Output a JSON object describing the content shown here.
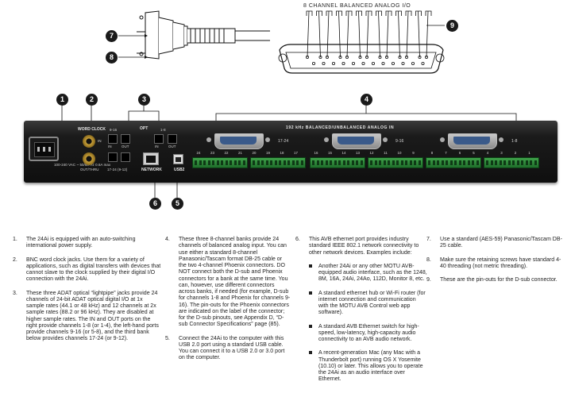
{
  "pinout_title": "8 CHANNEL BALANCED ANALOG I/O",
  "device": {
    "power_label": "100-240 VAC ~ 50/60 Hz 0.6A max",
    "word_clock_label": "WORD CLOCK",
    "wc_in_label": "IN",
    "wc_out_thru_label": "OUT/THRU",
    "opt_group_label": "OPT",
    "opt_in_label": "IN",
    "opt_out_label": "OUT",
    "opt_1_8_label": "1-8",
    "opt_9_16_label": "9-16",
    "opt_17_24_label": "17-24 (9-12)",
    "network_label": "NETWORK",
    "usb_label": "USB2",
    "bank_header": "192 kHz BALANCED/UNBALANCED ANALOG IN",
    "bank_labels": [
      "17-24",
      "9-16",
      "1-8"
    ],
    "bank_numbers": [
      [
        "24",
        "23",
        "22",
        "21",
        "20",
        "19",
        "18",
        "17"
      ],
      [
        "16",
        "15",
        "14",
        "13",
        "12",
        "11",
        "10",
        "9"
      ],
      [
        "8",
        "7",
        "6",
        "5",
        "4",
        "3",
        "2",
        "1"
      ]
    ]
  },
  "callouts": [
    "1",
    "2",
    "3",
    "4",
    "5",
    "6",
    "7",
    "8",
    "9"
  ],
  "descriptions": {
    "col1": [
      {
        "num": "1.",
        "text": "The 24Ai is equipped with an auto-switching international power supply."
      },
      {
        "num": "2.",
        "text": "BNC word clock jacks. Use them for a variety of applications, such as digital transfers with devices that cannot slave to the clock supplied by their digital I/O connection with the 24Ai."
      },
      {
        "num": "3.",
        "text": "These three ADAT optical “lightpipe” jacks provide 24 channels of 24-bit ADAT optical digital I/O at 1x sample rates (44.1 or 48 kHz) and 12 channels at 2x sample rates (88.2 or 96 kHz). They are disabled at higher sample rates. The IN and OUT ports on the right provide channels 1-8 (or 1-4), the left-hand ports provide channels 9-16 (or 5-8), and the third bank below provides channels 17-24 (or 9-12)."
      }
    ],
    "col2": [
      {
        "num": "4.",
        "text": "These three 8-channel banks provide 24 channels of balanced analog input. You can use either a standard 8-channel Panasonic/Tascam format DB-25 cable or the two 4-channel Phoenix connectors. DO NOT connect both the D-sub and Phoenix connectors for a bank at the same time. You can, however, use different connectors across banks, if needed (for example, D-sub for channels 1-8 and Phoenix for channels 9-16). The pin-outs for the Phoenix connectors are indicated on the label of the connector; for the D-sub pinouts, see Appendix D, “D-sub Connector Specifications” page (85)."
      },
      {
        "num": "5.",
        "text": "Connect the 24Ai to the computer with this USB 2.0 port using a standard USB cable. You can connect it to a USB 2.0 or 3.0 port on the computer."
      }
    ],
    "col3": {
      "num": "6.",
      "intro": "This AVB ethernet port provides industry standard IEEE 802.1 network connectivity to other network devices. Examples include:",
      "bullets": [
        "Another 24Ai or any other MOTU AVB-equipped audio interface, such as the 1248, 8M, 16A, 24Ai, 24Ao, 112D, Monitor 8, etc.",
        "A standard ethernet hub or Wi-Fi router (for internet connection and communication with the MOTU AVB Control web app software).",
        "A standard AVB Ethernet switch for high-speed, low-latency, high-capacity audio connectivity to an AVB audio network.",
        "A recent-generation Mac (any Mac with a Thunderbolt port) running OS X Yosemite (10.10) or later. This allows you to operate the 24Ai as an audio interface over Ethernet."
      ]
    },
    "col4": [
      {
        "num": "7.",
        "text": "Use a standard (AES-59) Panasonic/Tascam DB-25 cable."
      },
      {
        "num": "8.",
        "text": "Make sure the retaining screws have standard 4-40 threading (not metric threading)."
      },
      {
        "num": "9.",
        "text": "These are the pin-outs for the D-sub connector."
      }
    ]
  }
}
